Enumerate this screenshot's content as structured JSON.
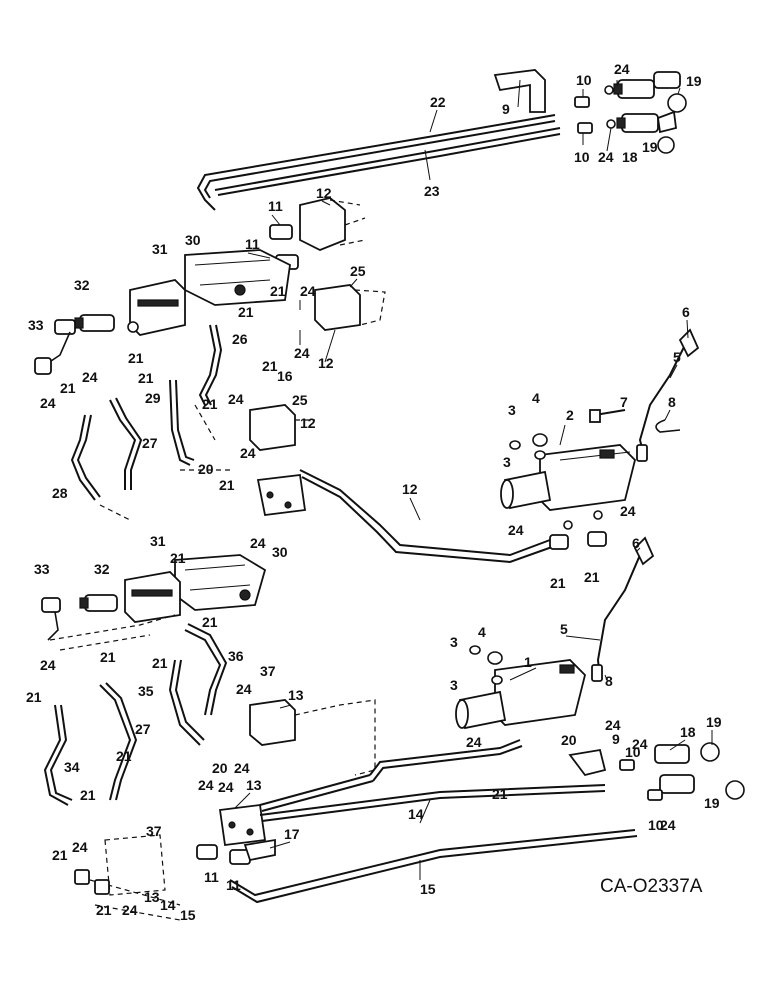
{
  "drawing_code": "CA-O2337A",
  "callouts": {
    "c1": "1",
    "c2": "2",
    "c3a": "3",
    "c3b": "3",
    "c3c": "3",
    "c3d": "3",
    "c4a": "4",
    "c4b": "4",
    "c5a": "5",
    "c5b": "5",
    "c6a": "6",
    "c6b": "6",
    "c7": "7",
    "c8a": "8",
    "c8b": "8",
    "c9a": "9",
    "c9b": "9",
    "c10a": "10",
    "c10b": "10",
    "c10c": "10",
    "c10d": "10",
    "c11a": "11",
    "c11b": "11",
    "c11c": "11",
    "c11d": "11",
    "c12a": "12",
    "c12b": "12",
    "c12c": "12",
    "c12d": "12",
    "c13a": "13",
    "c13b": "13",
    "c13c": "13",
    "c14a": "14",
    "c14b": "14",
    "c15a": "15",
    "c15b": "15",
    "c16": "16",
    "c17": "17",
    "c18a": "18",
    "c18b": "18",
    "c19a": "19",
    "c19b": "19",
    "c19c": "19",
    "c19d": "19",
    "c20a": "20",
    "c20b": "20",
    "c20c": "20",
    "c21a": "21",
    "c21b": "21",
    "c21c": "21",
    "c21d": "21",
    "c21e": "21",
    "c21f": "21",
    "c21g": "21",
    "c21h": "21",
    "c21i": "21",
    "c21j": "21",
    "c21k": "21",
    "c21l": "21",
    "c21m": "21",
    "c21n": "21",
    "c21o": "21",
    "c21p": "21",
    "c21q": "21",
    "c21r": "21",
    "c21s": "21",
    "c21t": "21",
    "c22": "22",
    "c23": "23",
    "c24a": "24",
    "c24b": "24",
    "c24c": "24",
    "c24d": "24",
    "c24e": "24",
    "c24f": "24",
    "c24g": "24",
    "c24h": "24",
    "c24i": "24",
    "c24j": "24",
    "c24k": "24",
    "c24l": "24",
    "c24m": "24",
    "c24n": "24",
    "c24o": "24",
    "c24p": "24",
    "c24q": "24",
    "c24r": "24",
    "c24s": "24",
    "c24t": "24",
    "c24u": "24",
    "c24v": "24",
    "c25a": "25",
    "c25b": "25",
    "c26": "26",
    "c27a": "27",
    "c27b": "27",
    "c28": "28",
    "c29": "29",
    "c30a": "30",
    "c30b": "30",
    "c31a": "31",
    "c31b": "31",
    "c32a": "32",
    "c32b": "32",
    "c33a": "33",
    "c33b": "33",
    "c34": "34",
    "c35": "35",
    "c36": "36",
    "c37a": "37",
    "c37b": "37"
  }
}
